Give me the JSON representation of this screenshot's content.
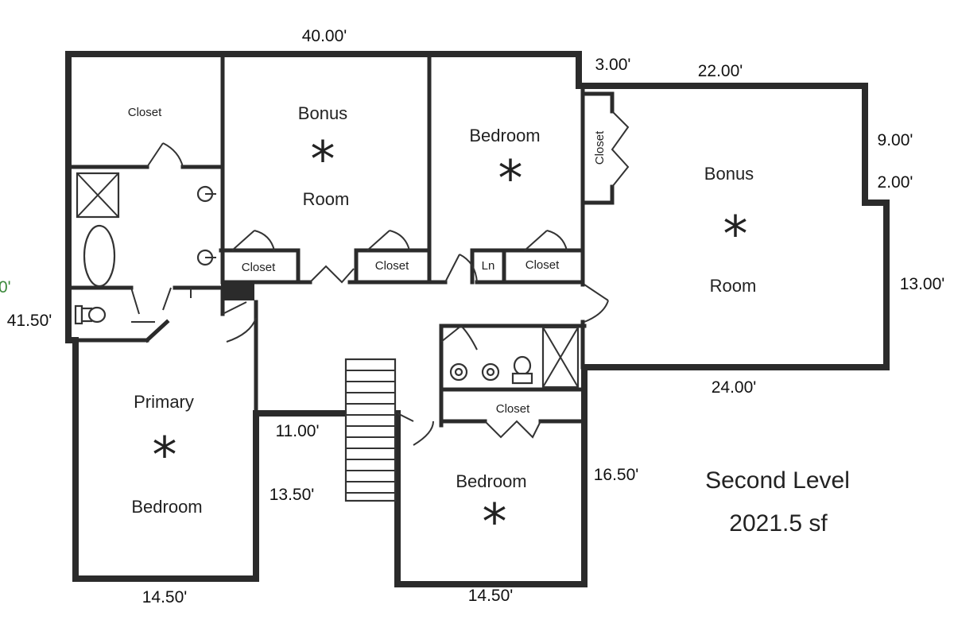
{
  "plan": {
    "title": "Second Level",
    "area": "2021.5 sf",
    "marker": "*",
    "rooms": {
      "closet_tl": "Closet",
      "bonus1_top": "Bonus",
      "bonus1_bottom": "Room",
      "bedroom_top": "Bedroom",
      "closet_vertical": "Closet",
      "bonus2_top": "Bonus",
      "bonus2_bottom": "Room",
      "closet_a": "Closet",
      "closet_b": "Closet",
      "linen": "Ln",
      "closet_c": "Closet",
      "primary_top": "Primary",
      "primary_bottom": "Bedroom",
      "closet_bath2": "Closet",
      "bedroom_bottom": "Bedroom"
    },
    "dimensions": {
      "top_width": "40.00'",
      "offset_top": "3.00'",
      "bonus2_width": "22.00'",
      "right_upper": "9.00'",
      "right_step": "2.00'",
      "right_lower": "13.00'",
      "bonus2_bottom": "24.00'",
      "left_depth": "41.50'",
      "left_cut": "0'",
      "hall_width": "11.00'",
      "hall_depth": "13.50'",
      "bedroom_depth": "16.50'",
      "primary_width": "14.50'",
      "bedroom_width": "14.50'"
    }
  }
}
